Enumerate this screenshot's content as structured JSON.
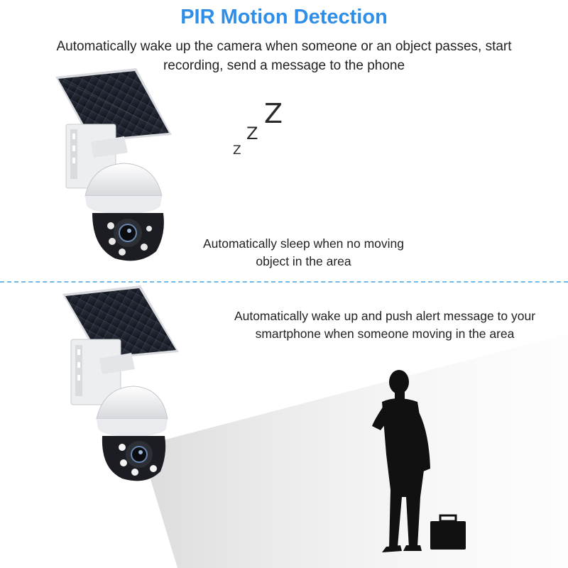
{
  "header": {
    "title": "PIR Motion Detection",
    "subtitle": "Automatically wake up the camera when someone or an object passes, start recording, send a message to the phone"
  },
  "sleep_panel": {
    "z_large": "Z",
    "z_medium": "Z",
    "z_small": "Z",
    "caption": "Automatically sleep when no moving object in the area"
  },
  "wake_panel": {
    "caption": "Automatically wake up and push alert message to your smartphone when someone moving in the area"
  },
  "colors": {
    "title_blue": "#2e8ee8",
    "divider_blue": "#6fb8ea",
    "text": "#222222"
  },
  "icons": [
    "solar-camera-illustration",
    "person-silhouette-illustration",
    "sleep-z-icon"
  ]
}
